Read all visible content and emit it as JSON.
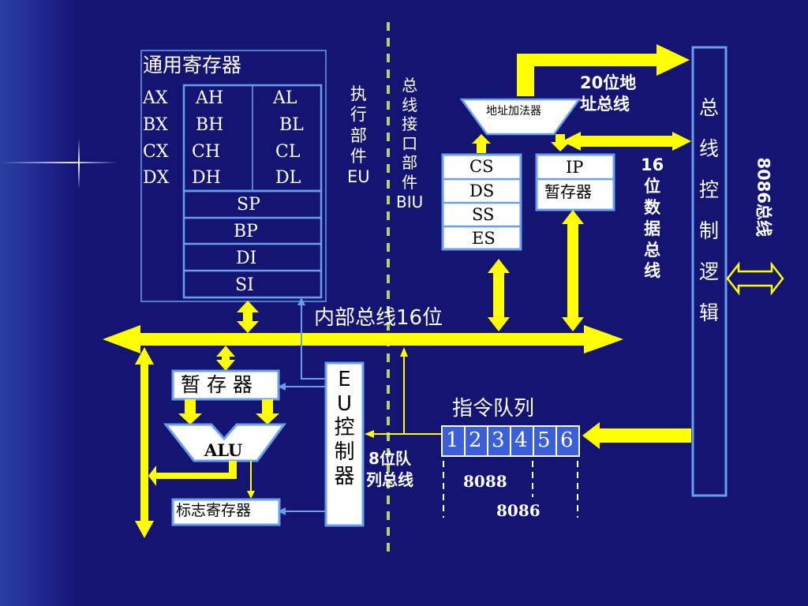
{
  "colors": {
    "background": "#141473",
    "box_border": "#6a9cf0",
    "yellow": "#ffff00",
    "dashed": "#b5d36a",
    "queue_fill": "#3a5fd8",
    "box_fill": "#ffffff"
  },
  "registers": {
    "title": "通用寄存器",
    "rows": [
      {
        "name": "AX",
        "high": "AH",
        "low": "AL"
      },
      {
        "name": "BX",
        "high": "BH",
        "low": "BL"
      },
      {
        "name": "CX",
        "high": "CH",
        "low": "CL"
      },
      {
        "name": "DX",
        "high": "DH",
        "low": "DL"
      }
    ],
    "pointers": [
      "SP",
      "BP",
      "DI",
      "SI"
    ]
  },
  "eu_label": "执\n行\n部\n件\nEU",
  "biu_label": "总\n线\n接\n口\n部\n件\nBIU",
  "address_adder": "地址加法器",
  "segments": [
    "CS",
    "DS",
    "SS",
    "ES"
  ],
  "ip": {
    "name": "IP",
    "temp": "暂存器"
  },
  "addr_bus_label": "20位地\n址总线",
  "data_bus_label": "16\n位\n数\n据\n总\n线",
  "bus_control": "总\n\n线\n\n控\n\n制\n\n逻\n\n辑",
  "bus_8086": "8086总线",
  "internal_bus": "内部总线16位",
  "temp_reg": "暂 存 器",
  "alu": "ALU",
  "flags": "标志寄存器",
  "eu_control": "E\nU\n控\n制\n器",
  "queue_title": "指令队列",
  "queue_cells": [
    "1",
    "2",
    "3",
    "4",
    "5",
    "6"
  ],
  "queue_bus": "8位队\n列总线",
  "label_8088": "8088",
  "label_8086": "8086"
}
